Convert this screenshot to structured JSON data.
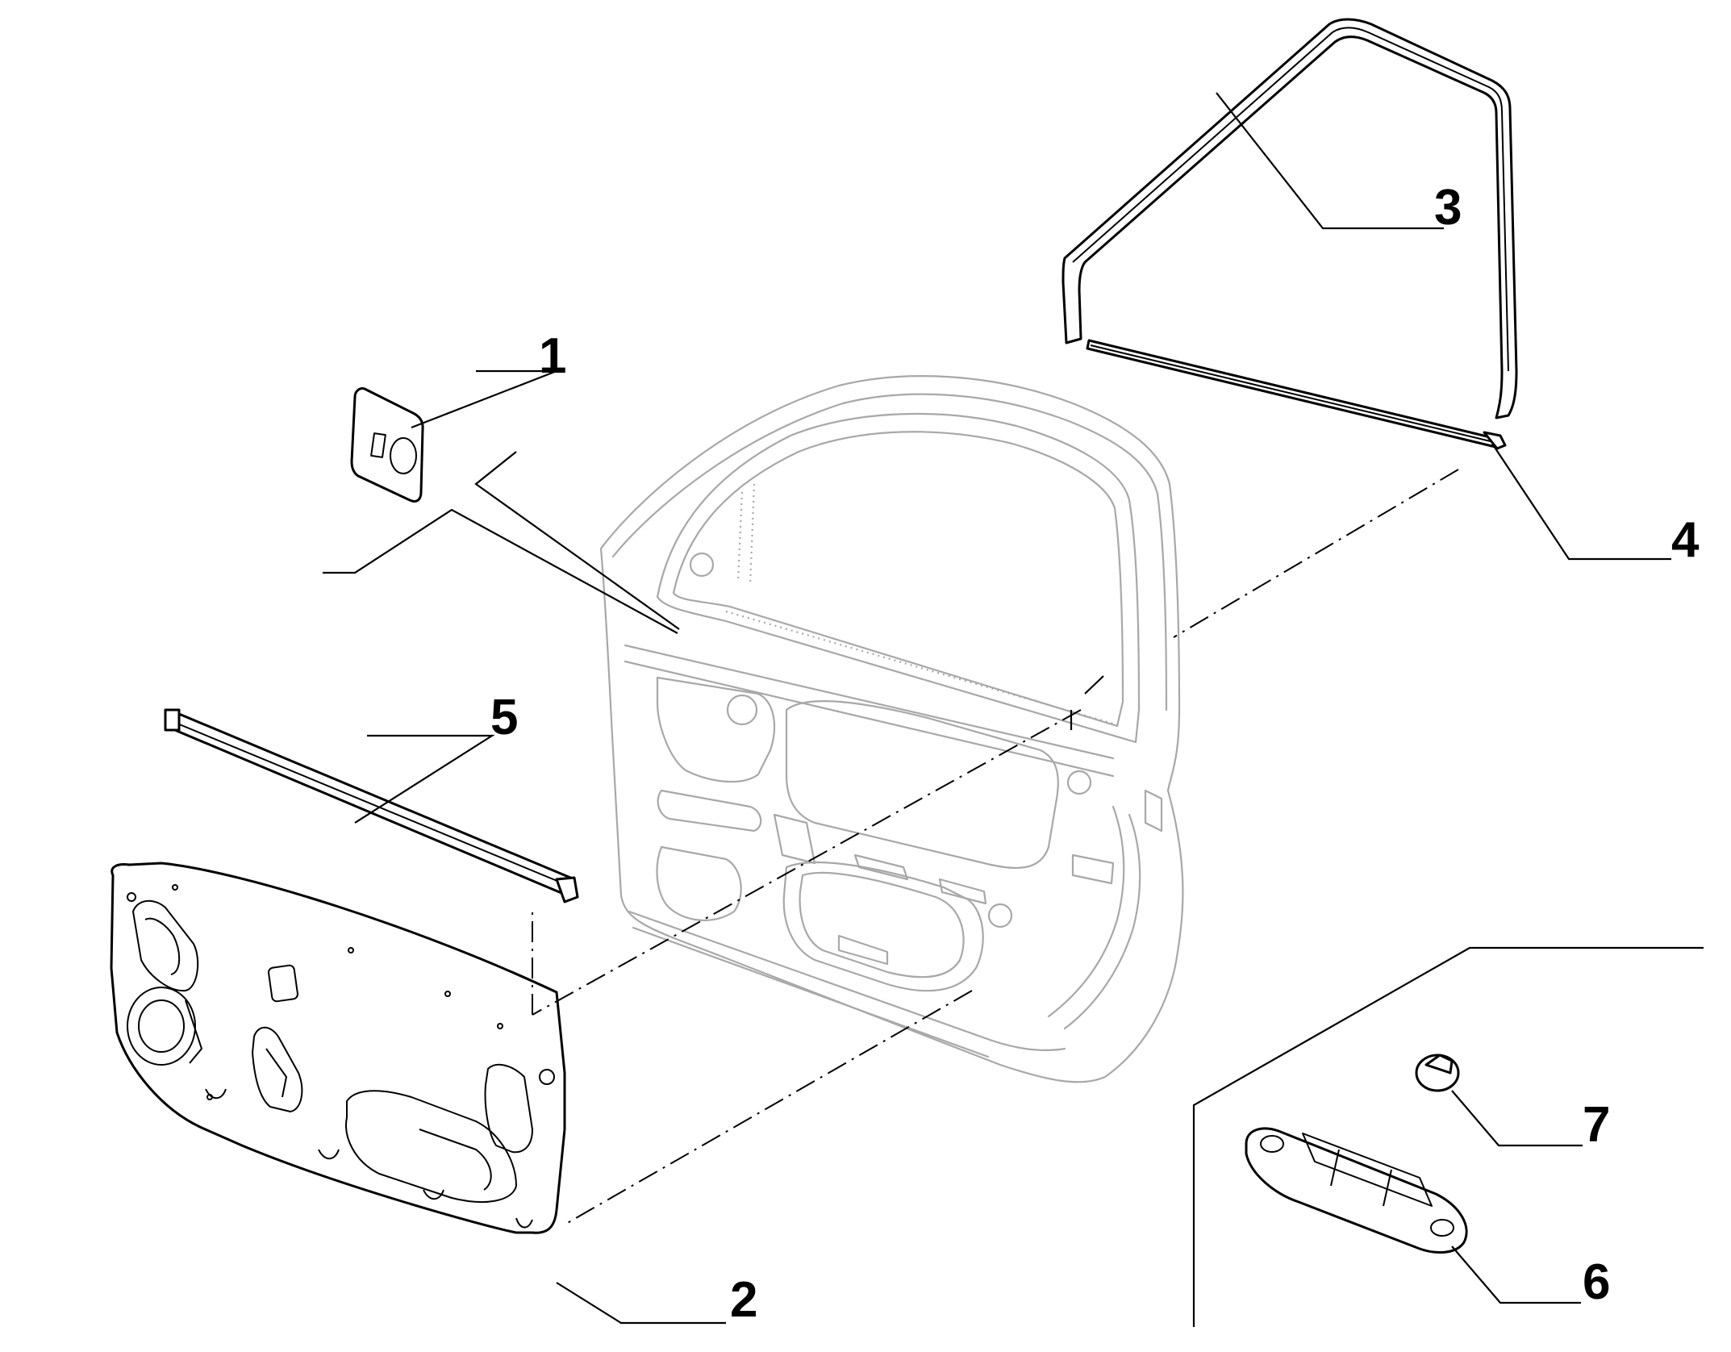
{
  "callouts": [
    {
      "id": "1",
      "label": "1"
    },
    {
      "id": "2",
      "label": "2"
    },
    {
      "id": "3",
      "label": "3"
    },
    {
      "id": "4",
      "label": "4"
    },
    {
      "id": "5",
      "label": "5"
    },
    {
      "id": "6",
      "label": "6"
    },
    {
      "id": "7",
      "label": "7"
    }
  ],
  "colors": {
    "line": "#000000",
    "ghost_part": "#a8a8a8",
    "background": "#ffffff"
  }
}
